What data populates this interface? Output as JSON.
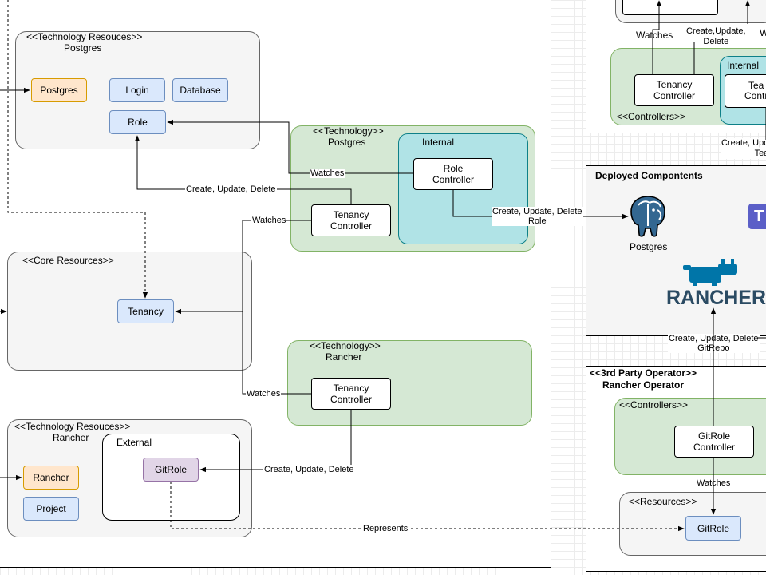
{
  "left": {
    "pg_resources": {
      "stereotype": "<<Technology Resouces>>",
      "name": "Postgres",
      "items": {
        "postgres": "Postgres",
        "login": "Login",
        "database": "Database",
        "role": "Role"
      }
    },
    "pg_tech": {
      "stereotype": "<<Technology>>",
      "name": "Postgres",
      "internal_label": "Internal",
      "role_controller": "Role\nController",
      "tenancy_controller": "Tenancy\nController"
    },
    "core": {
      "stereotype": "<<Core Resources>>",
      "tenancy": "Tenancy"
    },
    "rancher_tech": {
      "stereotype": "<<Technology>>",
      "name": "Rancher",
      "tenancy_controller": "Tenancy\nController"
    },
    "rancher_resources": {
      "stereotype": "<<Technology Resouces>>",
      "name": "Rancher",
      "external_label": "External",
      "rancher": "Rancher",
      "project": "Project",
      "gitrole": "GitRole"
    }
  },
  "right": {
    "top": {
      "watches": "Watches",
      "create_update_delete": "Create,Update,\nDelete",
      "w_cut": "W",
      "internal_label": "Internal",
      "tenancy_controller": "Tenancy\nController",
      "team_controller_cut": "Tea\nContr",
      "controllers": "<<Controllers>>",
      "create_cut": "Create, Upd\nTea"
    },
    "deployed": {
      "title": "Deployed Compontents",
      "postgres_label": "Postgres",
      "postgres_icon": "postgres-elephant-icon",
      "rancher_logo": "RANCHER",
      "teams_icon_letter": "T"
    },
    "operator": {
      "stereotype": "<<3rd Party Operator>>",
      "name": "Rancher Operator",
      "controllers": "<<Controllers>>",
      "gitrole_controller": "GitRole\nController",
      "watches": "Watches",
      "resources": "<<Resources>>",
      "gitrole": "GitRole"
    },
    "create_gitrepo": "Create, Update, Delete\nGitRepo"
  },
  "edges": {
    "watches_role": "Watches",
    "cud_role": "Create, Update, Delete",
    "cud_role_out": "Create, Update, Delete\nRole",
    "watches_pg_tenancy": "Watches",
    "watches_rancher_tenancy": "Watches",
    "cud_gitrole": "Create, Update, Delete",
    "represents": "Represents"
  },
  "colors": {
    "gray_fill": "#f5f5f5",
    "green_fill": "#d5e8d4",
    "teal_fill": "#b0e3e6",
    "blue_fill": "#dae8fc",
    "orange_fill": "#ffe6cc",
    "purple_fill": "#e1d5e7",
    "postgres_blue": "#336791",
    "rancher_blue": "#0075a8",
    "teams_purple": "#5b5fc7"
  }
}
